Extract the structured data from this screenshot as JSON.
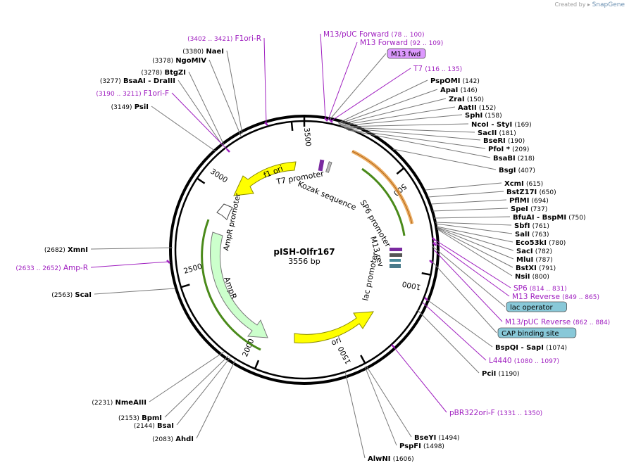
{
  "credit": {
    "prefix": "Created by",
    "brand": "SnapGene"
  },
  "plasmid": {
    "name": "pISH-Olfr167",
    "size": "3556 bp",
    "length": 3556
  },
  "ticks": [
    "500",
    "1000",
    "1500",
    "2000",
    "2500",
    "3000",
    "3500"
  ],
  "features": [
    {
      "label": "f1 ori",
      "color": "#ffff00"
    },
    {
      "label": "AmpR promoter",
      "color": "#ffffff"
    },
    {
      "label": "AmpR",
      "color": "#ccffcc"
    },
    {
      "label": "ori",
      "color": "#ffff00"
    },
    {
      "label": "T7 promoter",
      "color": "#9b59b6"
    },
    {
      "label": "Kozak sequence",
      "color": "#aaaaaa"
    },
    {
      "label": "SP6 promoter",
      "color": "#66cc33"
    },
    {
      "label": "M13 rev",
      "color": "#555555"
    },
    {
      "label": "lac promoter",
      "color": "#4a8a9a"
    }
  ],
  "sites": [
    {
      "pos": "(3402 .. 3421)",
      "name": "F1ori-R",
      "purple": true
    },
    {
      "pos": "(3380)",
      "name": "NaeI"
    },
    {
      "pos": "(3378)",
      "name": "NgoMIV"
    },
    {
      "pos": "(3278)",
      "name": "BtgZI"
    },
    {
      "pos": "(3277)",
      "name": "BsaAI",
      "extra": " - DraIII"
    },
    {
      "pos": "(3190 .. 3211)",
      "name": "F1ori-F",
      "purple": true
    },
    {
      "pos": "(3149)",
      "name": "PsiI"
    },
    {
      "pos": "(2682)",
      "name": "XmnI"
    },
    {
      "pos": "(2633 .. 2652)",
      "name": "Amp-R",
      "purple": true
    },
    {
      "pos": "(2563)",
      "name": "ScaI"
    },
    {
      "pos": "(2231)",
      "name": "NmeAIII"
    },
    {
      "pos": "(2153)",
      "name": "BpmI"
    },
    {
      "pos": "(2144)",
      "name": "BsaI"
    },
    {
      "pos": "(2083)",
      "name": "AhdI"
    },
    {
      "name": "M13/pUC Forward",
      "pos": "(78 .. 100)",
      "purple": true
    },
    {
      "name": "M13 Forward",
      "pos": "(92 .. 109)",
      "purple": true
    },
    {
      "name": "M13 fwd",
      "boxed": true
    },
    {
      "name": "T7",
      "pos": "(116 .. 135)",
      "purple": true
    },
    {
      "name": "PspOMI",
      "pos": "(142)"
    },
    {
      "name": "ApaI",
      "pos": "(146)"
    },
    {
      "name": "ZraI",
      "pos": "(150)"
    },
    {
      "name": "AatII",
      "pos": "(152)"
    },
    {
      "name": "SphI",
      "pos": "(158)"
    },
    {
      "name": "NcoI",
      "extra": " - StyI",
      "pos": "(169)"
    },
    {
      "name": "SacII",
      "pos": "(181)"
    },
    {
      "name": "BseRI",
      "pos": "(190)"
    },
    {
      "name": "PfoI *",
      "pos": "(209)"
    },
    {
      "name": "BsaBI",
      "pos": "(218)"
    },
    {
      "name": "BsgI",
      "pos": "(407)"
    },
    {
      "name": "XcmI",
      "pos": "(615)"
    },
    {
      "name": "BstZ17I",
      "pos": "(650)"
    },
    {
      "name": "PflMI",
      "pos": "(694)"
    },
    {
      "name": "SpeI",
      "pos": "(737)"
    },
    {
      "name": "BfuAI",
      "extra": " - BspMI",
      "pos": "(750)"
    },
    {
      "name": "SbfI",
      "pos": "(761)"
    },
    {
      "name": "SalI",
      "pos": "(763)"
    },
    {
      "name": "Eco53kI",
      "pos": "(780)"
    },
    {
      "name": "SacI",
      "pos": "(782)"
    },
    {
      "name": "MluI",
      "pos": "(787)"
    },
    {
      "name": "BstXI",
      "pos": "(791)"
    },
    {
      "name": "NsiI",
      "pos": "(800)"
    },
    {
      "name": "SP6",
      "pos": "(814 .. 831)",
      "purple": true
    },
    {
      "name": "M13 Reverse",
      "pos": "(849 .. 865)",
      "purple": true
    },
    {
      "name": "lac operator",
      "boxed": true
    },
    {
      "name": "M13/pUC Reverse",
      "pos": "(862 .. 884)",
      "purple": true
    },
    {
      "name": "CAP binding site",
      "boxed": true
    },
    {
      "name": "BspQI",
      "extra": " - SapI",
      "pos": "(1074)"
    },
    {
      "name": "L4440",
      "pos": "(1080 .. 1097)",
      "purple": true
    },
    {
      "name": "PciI",
      "pos": "(1190)"
    },
    {
      "name": "pBR322ori-F",
      "pos": "(1331 .. 1350)",
      "purple": true
    },
    {
      "name": "BseYI",
      "pos": "(1494)"
    },
    {
      "name": "PspFI",
      "pos": "(1498)"
    },
    {
      "name": "AlwNI",
      "pos": "(1606)"
    }
  ],
  "colors": {
    "purple": "#a020c0",
    "black": "#000000",
    "line": "#777777",
    "tick": "#000000"
  }
}
